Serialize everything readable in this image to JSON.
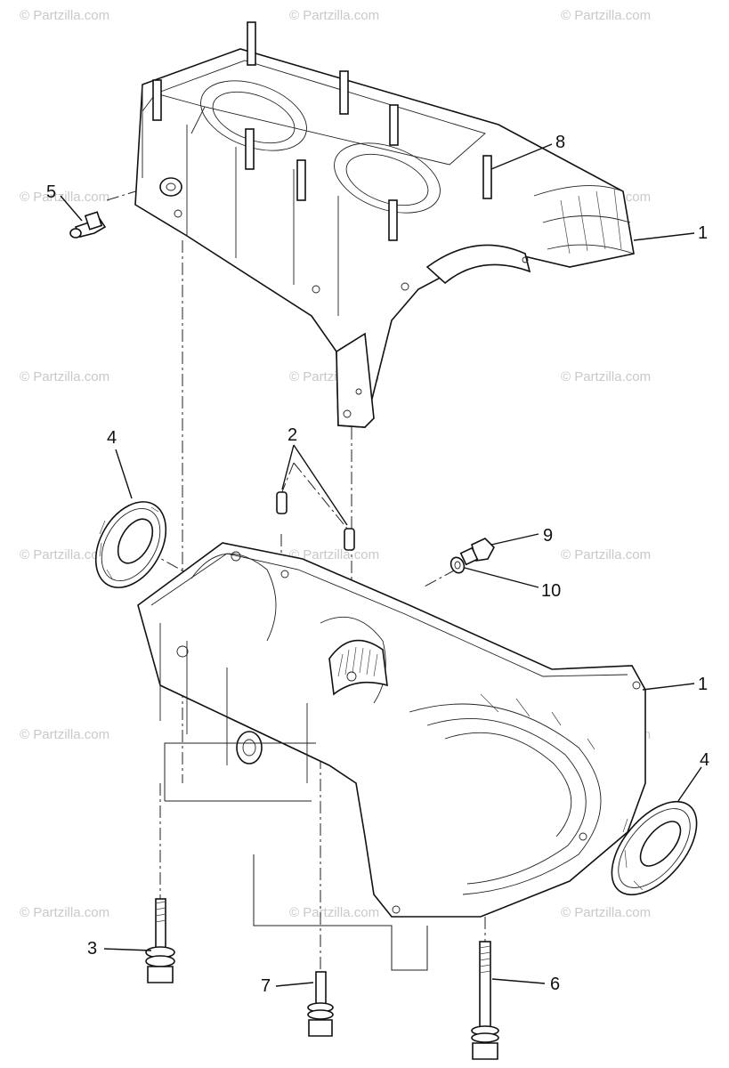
{
  "watermark_text": "© Partzilla.com",
  "callouts": {
    "c1_upper": "1",
    "c1_lower": "1",
    "c2": "2",
    "c3": "3",
    "c4_left": "4",
    "c4_right": "4",
    "c5": "5",
    "c6": "6",
    "c7": "7",
    "c8": "8",
    "c9": "9",
    "c10": "10"
  }
}
